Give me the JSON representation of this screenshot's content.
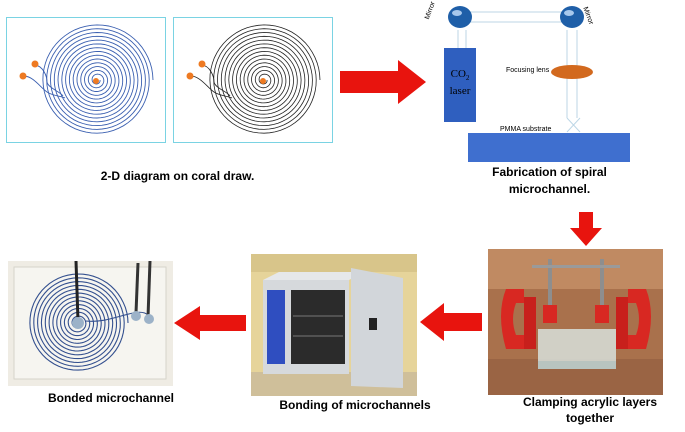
{
  "captions": {
    "diagram": "2-D diagram on coral draw.",
    "fabrication_line1": "Fabrication of spiral",
    "fabrication_line2": "microchannel.",
    "clamping_line1": "Clamping acrylic layers",
    "clamping_line2": "together",
    "bonding": "Bonding of  microchannels",
    "bonded": "Bonded microchannel"
  },
  "setup": {
    "mirror_left": "Mirror",
    "mirror_right": "Mirror",
    "laser_line1": "CO",
    "laser_sub": "2",
    "laser_line2": "laser",
    "lens": "Focusing lens",
    "substrate": "PMMA substrate"
  },
  "colors": {
    "arrow": "#e8140e",
    "laser_box": "#2f5fbf",
    "lens": "#d2691e",
    "mirror": "#1f5fa8",
    "panel_border": "#7ad3e3",
    "spiral_blue": "#3a5fb0"
  }
}
